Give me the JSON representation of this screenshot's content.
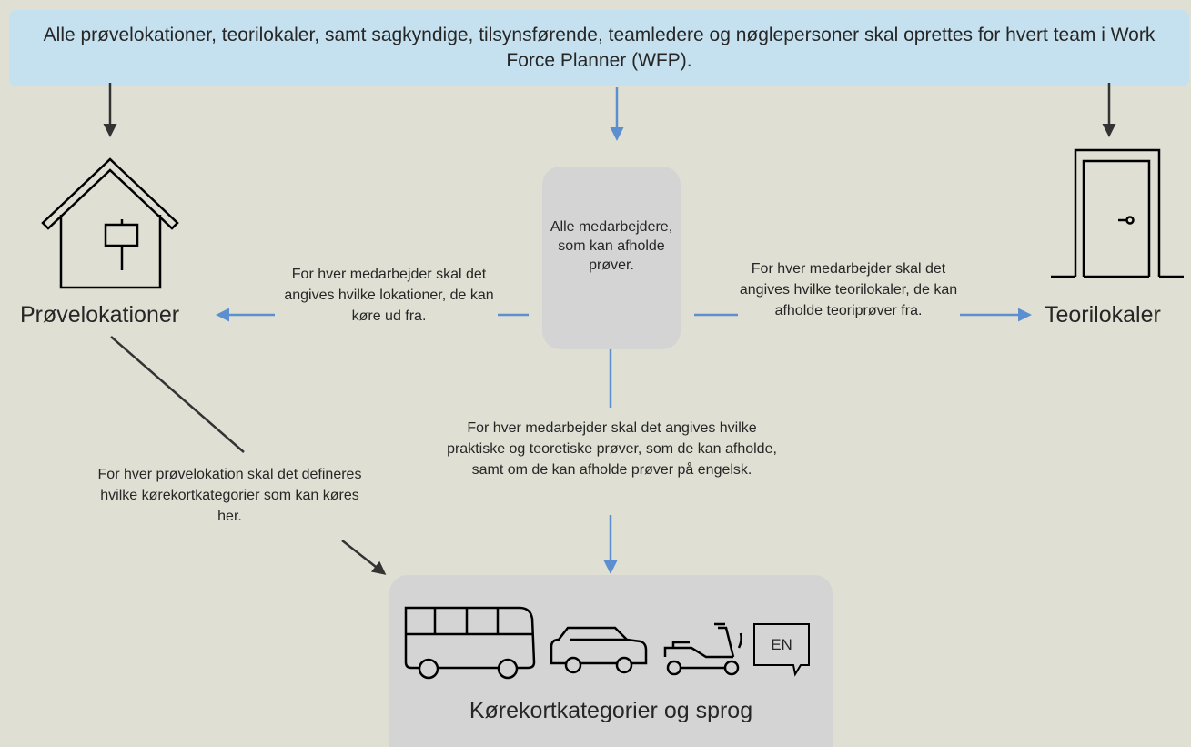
{
  "banner": "Alle prøvelokationer, teorilokaler, samt sagkyndige, tilsynsførende, teamledere og nøglepersoner skal oprettes for hvert team i Work Force Planner (WFP).",
  "center_box": "Alle medarbejdere, som kan afholde prøver.",
  "left_label": "Prøvelokationer",
  "right_label": "Teorilokaler",
  "bottom_label": "Kørekortkategorier og sprog",
  "notes": {
    "left": "For hver medarbejder skal det angives hvilke lokationer, de kan køre ud fra.",
    "right": "For hver medarbejder skal det angives hvilke teorilokaler, de kan afholde teoriprøver fra.",
    "bottom_center": "For hver medarbejder skal det angives hvilke praktiske og teoretiske prøver, som de kan afholde, samt om de kan afholde prøver på engelsk.",
    "bottom_left": "For hver prøvelokation skal det defineres hvilke kørekortkategorier som kan køres her."
  },
  "en_tag": "EN",
  "icons": [
    "house-icon",
    "door-icon",
    "bus-icon",
    "car-icon",
    "scooter-icon",
    "speech-bubble-icon"
  ],
  "colors": {
    "background": "#dfe0d3",
    "banner": "#c5e1ef",
    "box": "#d4d4d4",
    "blue_arrow": "#5b8fd0",
    "dark_arrow": "#333333"
  }
}
